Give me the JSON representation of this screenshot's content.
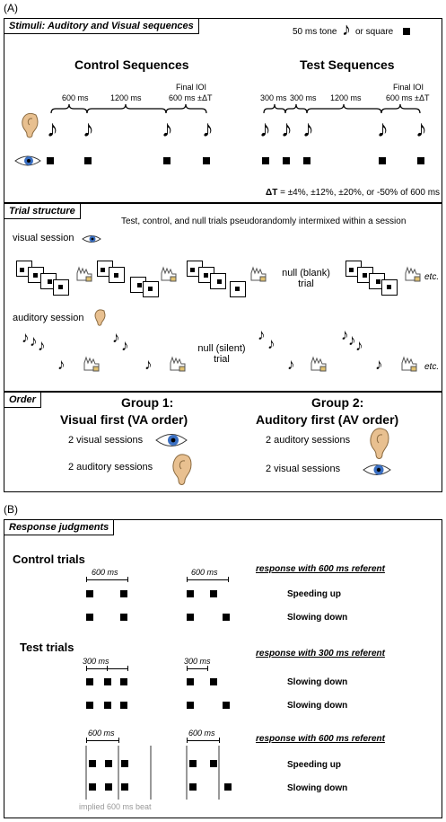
{
  "panel_a": {
    "label": "(A)",
    "stimuli": {
      "header": "Stimuli: Auditory and Visual sequences",
      "legend": "50 ms tone",
      "legend_or": "or square",
      "control_title": "Control Sequences",
      "test_title": "Test Sequences",
      "ctrl_600": "600 ms",
      "ctrl_1200": "1200 ms",
      "ctrl_final_1": "Final IOI",
      "ctrl_final_2": "600 ms ±ΔT",
      "test_300a": "300 ms",
      "test_300b": "300 ms",
      "test_1200": "1200 ms",
      "test_final_1": "Final IOI",
      "test_final_2": "600 ms ±ΔT",
      "delta_label": "ΔT",
      "delta_text": "= ±4%, ±12%, ±20%, or -50% of 600 ms"
    },
    "trial": {
      "header": "Trial structure",
      "note": "Test, control, and null trials pseudorandomly intermixed within a session",
      "visual_session": "visual session",
      "auditory_session": "auditory session",
      "null_blank_1": "null (blank)",
      "null_blank_2": "trial",
      "null_silent_1": "null (silent)",
      "null_silent_2": "trial",
      "etc1": "etc.",
      "etc2": "etc."
    },
    "order": {
      "header": "Order",
      "g1_title": "Group 1:",
      "g1_sub": "Visual first (VA order)",
      "g1_line1": "2 visual sessions",
      "g1_line2": "2 auditory sessions",
      "g2_title": "Group 2:",
      "g2_sub": "Auditory first (AV order)",
      "g2_line1": "2 auditory sessions",
      "g2_line2": "2 visual sessions"
    }
  },
  "panel_b": {
    "label": "(B)",
    "header": "Response judgments",
    "control_title": "Control trials",
    "test_title": "Test trials",
    "ms600_a": "600 ms",
    "ms600_b": "600 ms",
    "ms300_a": "300 ms",
    "ms300_b": "300 ms",
    "ms600_c": "600 ms",
    "ms600_d": "600 ms",
    "ref1": "response with 600 ms referent",
    "ref2": "response with 300 ms referent",
    "ref3": "response with 600 ms referent",
    "r1": "Speeding up",
    "r2": "Slowing down",
    "r3": "Slowing down",
    "r4": "Slowing down",
    "r5": "Speeding up",
    "r6": "Slowing down",
    "beat": "implied 600 ms beat"
  },
  "icons": {
    "note": "eighth-note-icon",
    "square": "square-icon",
    "ear": "ear-icon",
    "eye": "eye-icon",
    "hand": "hand-response-icon",
    "screen": "screen-card-icon"
  },
  "colors": {
    "ear": "#e8c090",
    "eye": "#3a6fc2",
    "beat": "#999999"
  }
}
